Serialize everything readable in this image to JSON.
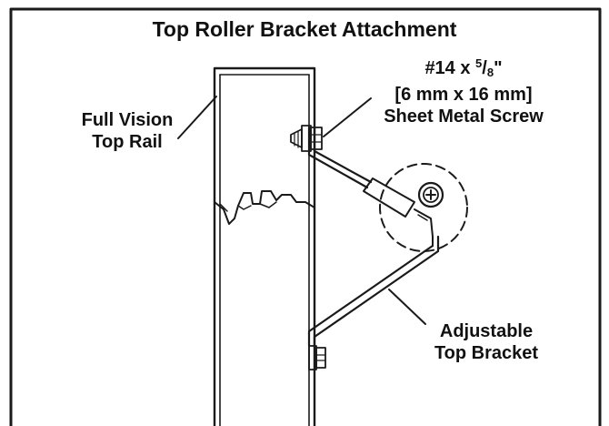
{
  "diagram": {
    "title": "Top Roller Bracket Attachment",
    "screw": {
      "line1_prefix": "#14 x ",
      "line1_num": "5",
      "line1_sep": "/",
      "line1_den": "8",
      "line1_suffix": "\"",
      "line2": "[6 mm x  16 mm]",
      "line3": "Sheet Metal Screw"
    },
    "rail": {
      "line1": "Full Vision",
      "line2": "Top Rail"
    },
    "bracket": {
      "line1": "Adjustable",
      "line2": "Top Bracket"
    }
  }
}
